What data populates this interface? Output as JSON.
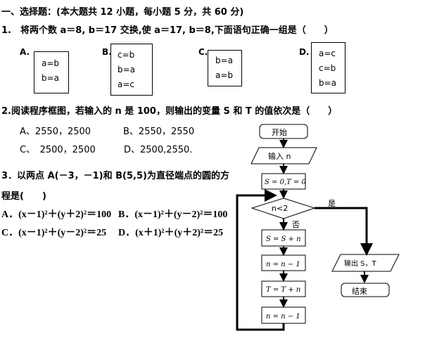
{
  "section_title": "一、选择题：(本大题共 12 小题，每小题 5 分，共 60 分)",
  "q1": {
    "text": "1.　将两个数 a＝8, b＝17 交换,使 a＝17, b＝8,下面语句正确一组是（　　）",
    "options": [
      {
        "label": "A.",
        "lines": [
          "a=b",
          "b=a"
        ]
      },
      {
        "label": "B.",
        "lines": [
          "c=b",
          "b=a",
          "a=c"
        ]
      },
      {
        "label": "C.",
        "lines": [
          "b=a",
          "a=b"
        ]
      },
      {
        "label": "D.",
        "lines": [
          "a=c",
          "c=b",
          "b=a"
        ]
      }
    ]
  },
  "q2": {
    "text": "2.阅读程序框图，若输入的 n 是 100，则输出的变量 S 和 T 的值依次是（　　）",
    "options": [
      "A、2550，2500",
      "B、2550，2550",
      "C、　2500，2500",
      "D、2500,2550."
    ]
  },
  "q3": {
    "text": "3．以两点 A(－3，－1)和 B(5,5)为直径端点的圆的方",
    "text2": "程是(　　)",
    "options": [
      "A．(x－1)²＋(y＋2)²＝100",
      "B．(x－1)²＋(y－2)²＝100",
      "C．(x－1)²＋(y－2)²＝25",
      "D．(x＋1)²＋(y＋2)²＝25"
    ]
  },
  "flowchart": {
    "start": "开始",
    "input": "输入 n",
    "init": "S = 0,T = 0",
    "condition": "n<2",
    "yes": "是",
    "no": "否",
    "step1": "S = S + n",
    "step2": "n = n − 1",
    "step3": "T = T + n",
    "step4": "n = n − 1",
    "output": "输出 S，T",
    "end": "结束"
  }
}
